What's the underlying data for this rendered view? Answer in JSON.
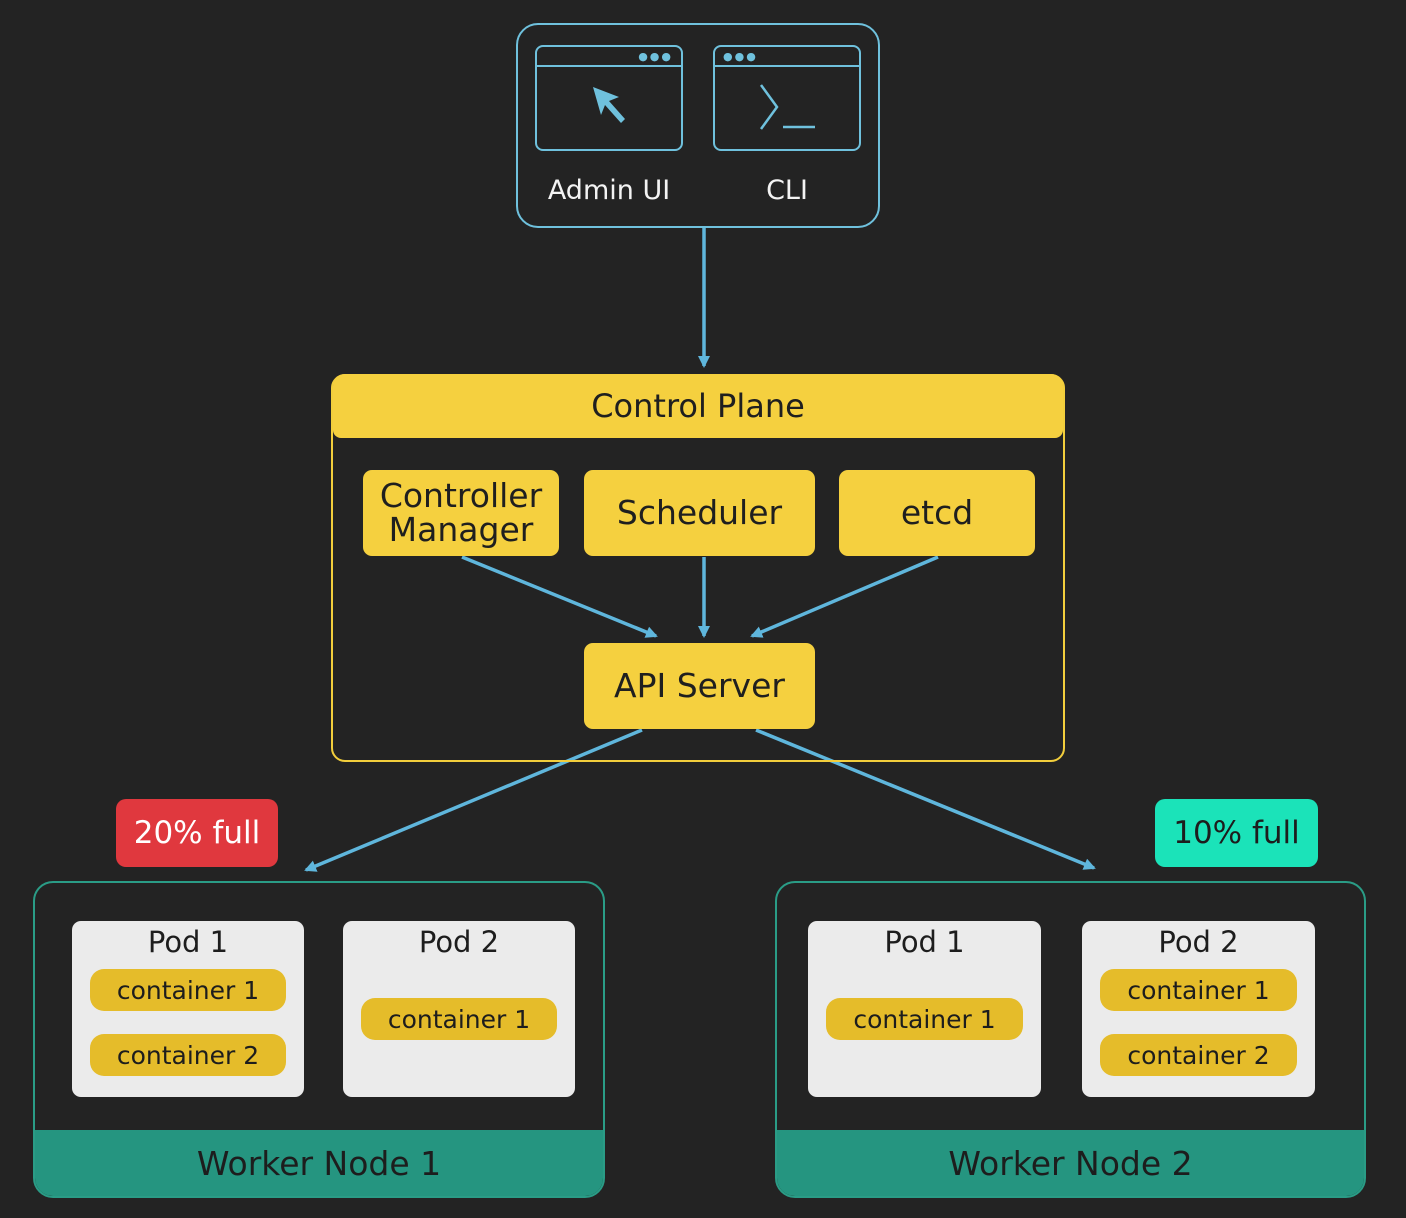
{
  "clients": {
    "admin_ui": {
      "label": "Admin UI",
      "icon": "cursor-arrow-icon"
    },
    "cli": {
      "label": "CLI",
      "icon": "terminal-prompt-icon"
    }
  },
  "control_plane": {
    "title": "Control Plane",
    "components": {
      "controller_manager": "Controller Manager",
      "scheduler": "Scheduler",
      "etcd": "etcd",
      "api_server": "API Server"
    }
  },
  "worker_nodes": [
    {
      "name": "Worker Node 1",
      "badge": "20% full",
      "badge_color": "#e0383e",
      "pods": [
        {
          "name": "Pod 1",
          "containers": [
            "container 1",
            "container 2"
          ]
        },
        {
          "name": "Pod 2",
          "containers": [
            "container 1"
          ]
        }
      ]
    },
    {
      "name": "Worker Node 2",
      "badge": "10% full",
      "badge_color": "#1be3b9",
      "pods": [
        {
          "name": "Pod 1",
          "containers": [
            "container 1"
          ]
        },
        {
          "name": "Pod 2",
          "containers": [
            "container 1",
            "container 2"
          ]
        }
      ]
    }
  ],
  "colors": {
    "background": "#232323",
    "arrow": "#5fb6dc",
    "control_plane": "#f5d03f",
    "worker_node": "#259580",
    "container": "#e5bc2a",
    "pod": "#ebebeb"
  }
}
